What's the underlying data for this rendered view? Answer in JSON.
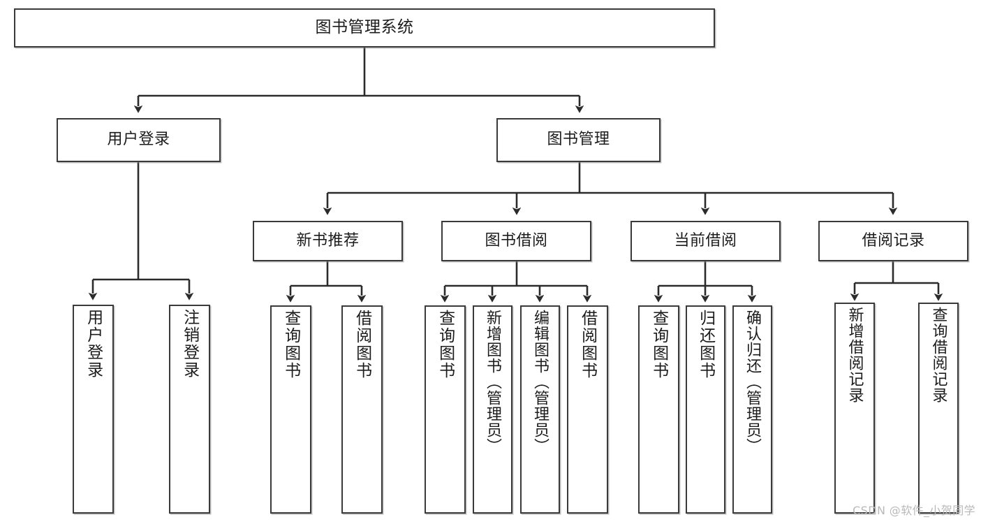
{
  "diagram": {
    "title": "图书管理系统",
    "type": "tree-hierarchy",
    "watermark": "CSDN @软件_小贺同学",
    "colors": {
      "box_border": "#3a3a3a",
      "box_fill": "#ffffff",
      "connector": "#2b2b2b",
      "text": "#1c1c1c",
      "watermark": "#b9b9b9",
      "background": "#ffffff"
    }
  },
  "nodes": {
    "root": {
      "label": "图书管理系统"
    },
    "level1": [
      {
        "id": "user-login",
        "label": "用户登录"
      },
      {
        "id": "book-manage",
        "label": "图书管理"
      }
    ],
    "level2": [
      {
        "id": "new-book-recommend",
        "label": "新书推荐"
      },
      {
        "id": "book-borrow",
        "label": "图书借阅"
      },
      {
        "id": "current-borrow",
        "label": "当前借阅"
      },
      {
        "id": "borrow-record",
        "label": "借阅记录"
      }
    ],
    "leaves": {
      "user_login": [
        {
          "id": "leaf-user-login",
          "label": "用户登录"
        },
        {
          "id": "leaf-logout",
          "label": "注销登录"
        }
      ],
      "new_book_recommend": [
        {
          "id": "leaf-query-book-1",
          "label": "查询图书"
        },
        {
          "id": "leaf-borrow-book-1",
          "label": "借阅图书"
        }
      ],
      "book_borrow": [
        {
          "id": "leaf-query-book-2",
          "label": "查询图书"
        },
        {
          "id": "leaf-add-book",
          "label": "新增图书（管理员）"
        },
        {
          "id": "leaf-edit-book",
          "label": "编辑图书（管理员）"
        },
        {
          "id": "leaf-borrow-book-2",
          "label": "借阅图书"
        }
      ],
      "current_borrow": [
        {
          "id": "leaf-query-book-3",
          "label": "查询图书"
        },
        {
          "id": "leaf-return-book",
          "label": "归还图书"
        },
        {
          "id": "leaf-confirm-return",
          "label": "确认归还（管理员）"
        }
      ],
      "borrow_record": [
        {
          "id": "leaf-add-record",
          "label": "新增借阅记录"
        },
        {
          "id": "leaf-query-record",
          "label": "查询借阅记录"
        }
      ]
    }
  }
}
